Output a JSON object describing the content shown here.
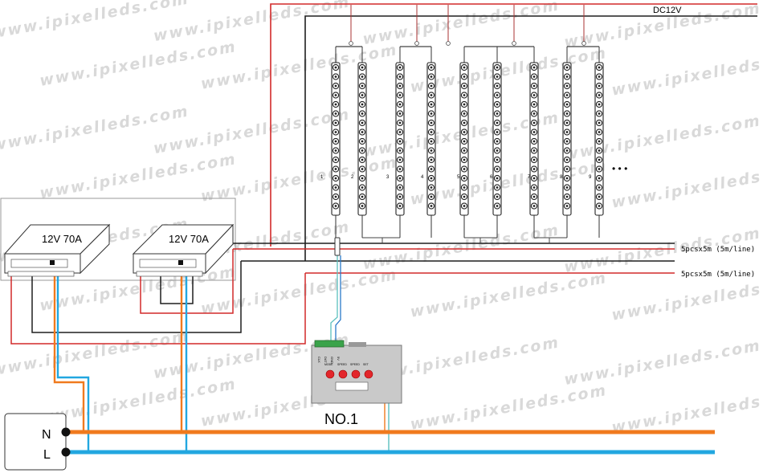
{
  "diagram": {
    "dc_label": "DC12V",
    "psu_labels": [
      "12V 70A",
      "12V 70A"
    ],
    "run_labels": [
      "5pcsx5m  (5m/line)",
      "5pcsx5m  (5m/line)"
    ],
    "strip_numbers": [
      "1",
      "2",
      "3",
      "4",
      "5",
      "6",
      "7",
      "8",
      "9"
    ],
    "ellipsis": "• • •",
    "controller_label": "NO.1",
    "controller_panel": {
      "port_labels": [
        "CLK",
        "DAT",
        "GND",
        "5V"
      ],
      "button_labels": [
        "MODE",
        "SPEED",
        "SPEED",
        "SET"
      ]
    },
    "mains": {
      "n_label": "N",
      "l_label": "L"
    },
    "watermark": "www.ipixelleds.com"
  },
  "colors": {
    "red_wire": "#d22a2a",
    "black_wire": "#1e1e1e",
    "orange_wire": "#f07a1e",
    "blue_wire": "#22a7e0",
    "cyan_wire": "#5bc0be",
    "controller_body": "#c9c9c9",
    "button_red": "#e3262b",
    "watermark": "#d9d9d9"
  }
}
